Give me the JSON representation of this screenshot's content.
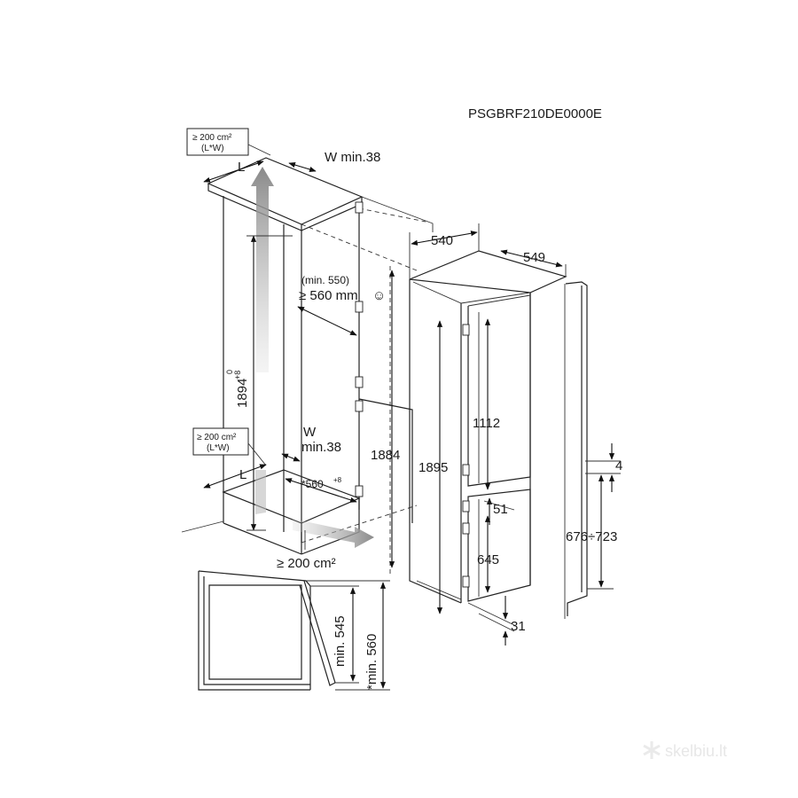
{
  "model_code": "PSGBRF210DE0000E",
  "vent_top": {
    "box_line1": "≥ 200 cm²",
    "box_line2": "(L*W)",
    "l_label": "L",
    "w_label": "W min.38"
  },
  "vent_bottom": {
    "box_line1": "≥ 200 cm²",
    "box_line2": "(L*W)",
    "l_label": "L",
    "w_line1": "W",
    "w_line2": "min.38",
    "floor_label": "≥ 200 cm²"
  },
  "niche": {
    "depth_min": "(min. 550)",
    "depth_pref": "≥ 560 mm",
    "smiley": "☺",
    "height": "1894",
    "height_tol_upper": "+8",
    "height_tol_lower": "0",
    "width_label": "*560",
    "width_tol": "+8"
  },
  "appliance": {
    "width": "540",
    "depth": "549",
    "height_total": "1895",
    "height_opening": "1884",
    "upper_door": "1112",
    "gap": "51",
    "lower_door": "645",
    "bottom_offset": "31"
  },
  "door_fixing": {
    "gap": "4",
    "range": "676÷723"
  },
  "side_section": {
    "min_545": "min. 545",
    "min_560": "*min. 560"
  },
  "watermark": {
    "icon": "asterisk-logo-icon",
    "text": "skelbiu.lt"
  }
}
